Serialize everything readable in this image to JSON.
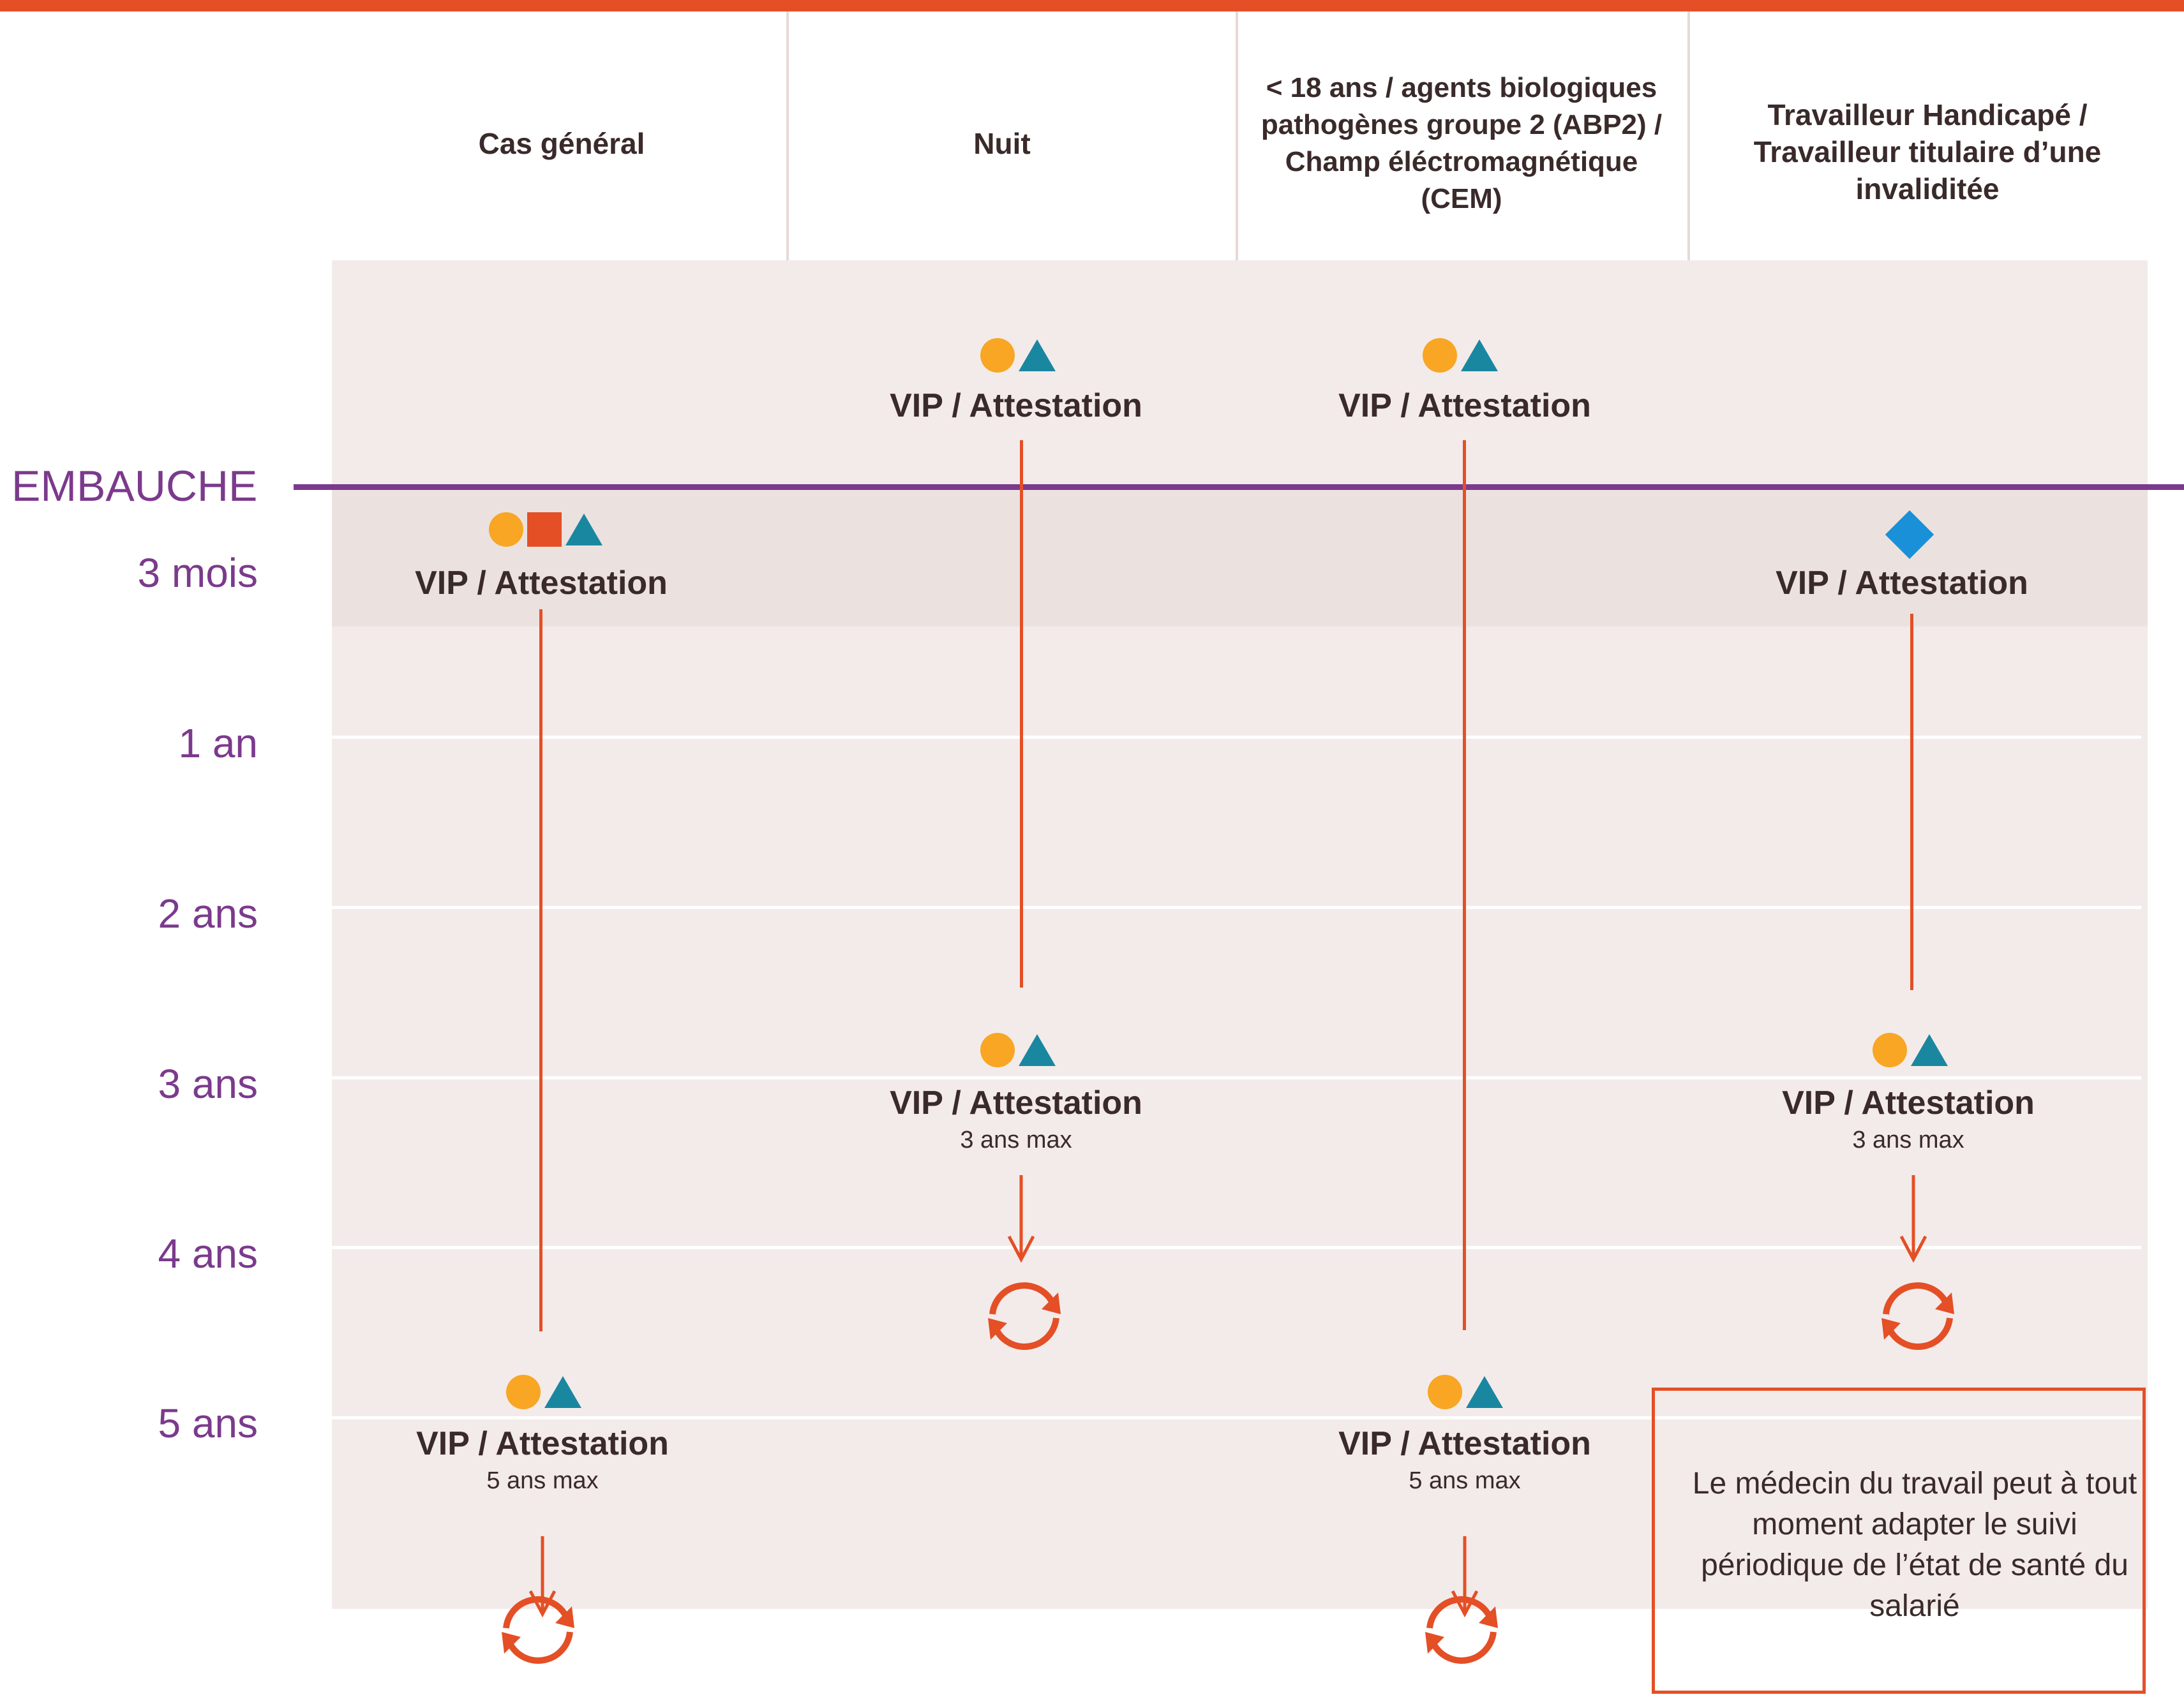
{
  "columns": [
    {
      "label": "Cas général"
    },
    {
      "label": "Nuit"
    },
    {
      "label": "< 18 ans / agents biologiques pathogènes groupe 2 (ABP2) / Champ éléctromagnétique (CEM)"
    },
    {
      "label": "Travailleur Handicapé / Travailleur titulaire d’une invaliditée"
    }
  ],
  "timeline": {
    "embauche": "EMBAUCHE",
    "marks": [
      "3 mois",
      "1 an",
      "2 ans",
      "3 ans",
      "4 ans",
      "5 ans"
    ]
  },
  "visits": {
    "label": "VIP / Attestation",
    "max_3": "3 ans max",
    "max_5": "5 ans max"
  },
  "note": "Le médecin du travail peut à tout moment adapter le suivi périodique de l’état de santé du salarié",
  "colors": {
    "accent": "#e44f26",
    "timeline": "#7b3a8c",
    "circle": "#f8a623",
    "triangle": "#1a87a0",
    "diamond": "#1990d7"
  },
  "icons": [
    "circle-icon",
    "square-icon",
    "triangle-icon",
    "diamond-icon",
    "cycle-icon",
    "arrow-down-icon"
  ]
}
